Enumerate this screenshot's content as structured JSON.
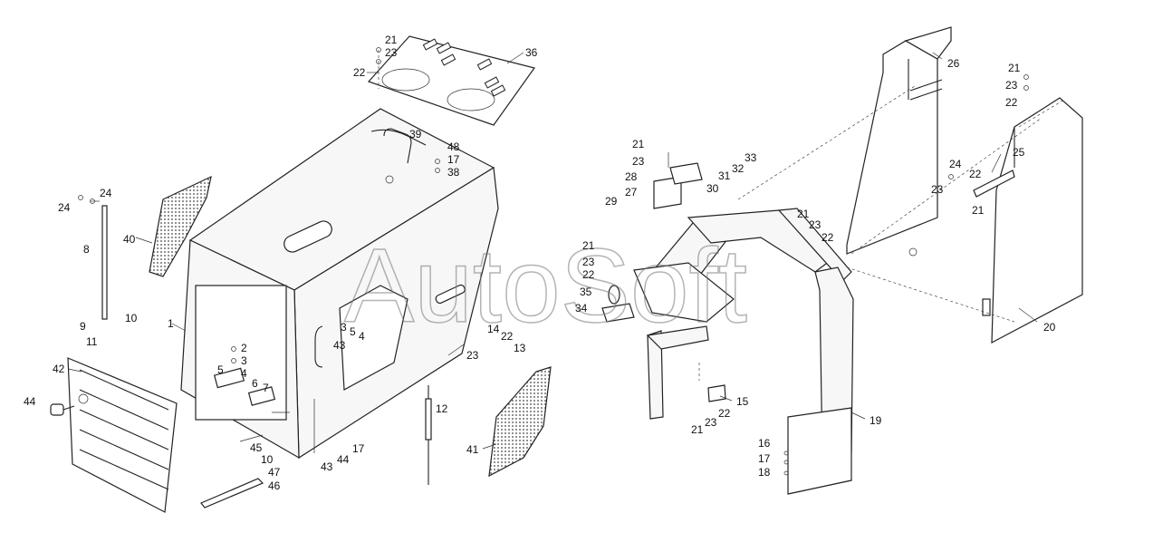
{
  "watermark": "AutoSoft",
  "callouts": [
    {
      "id": "c-21a",
      "text": "21"
    },
    {
      "id": "c-23a",
      "text": "23"
    },
    {
      "id": "c-22a",
      "text": "22"
    },
    {
      "id": "c-36",
      "text": "36"
    },
    {
      "id": "c-39",
      "text": "39"
    },
    {
      "id": "c-48",
      "text": "48"
    },
    {
      "id": "c-17a",
      "text": "17"
    },
    {
      "id": "c-38",
      "text": "38"
    },
    {
      "id": "c-24a",
      "text": "24"
    },
    {
      "id": "c-24b",
      "text": "24"
    },
    {
      "id": "c-40",
      "text": "40"
    },
    {
      "id": "c-8",
      "text": "8"
    },
    {
      "id": "c-9",
      "text": "9"
    },
    {
      "id": "c-10a",
      "text": "10"
    },
    {
      "id": "c-11",
      "text": "11"
    },
    {
      "id": "c-1",
      "text": "1"
    },
    {
      "id": "c-42",
      "text": "42"
    },
    {
      "id": "c-44a",
      "text": "44"
    },
    {
      "id": "c-2",
      "text": "2"
    },
    {
      "id": "c-3a",
      "text": "3"
    },
    {
      "id": "c-4a",
      "text": "4"
    },
    {
      "id": "c-5a",
      "text": "5"
    },
    {
      "id": "c-6",
      "text": "6"
    },
    {
      "id": "c-7",
      "text": "7"
    },
    {
      "id": "c-3b",
      "text": "3"
    },
    {
      "id": "c-5b",
      "text": "5"
    },
    {
      "id": "c-4b",
      "text": "4"
    },
    {
      "id": "c-43a",
      "text": "43"
    },
    {
      "id": "c-45",
      "text": "45"
    },
    {
      "id": "c-10b",
      "text": "10"
    },
    {
      "id": "c-47",
      "text": "47"
    },
    {
      "id": "c-46",
      "text": "46"
    },
    {
      "id": "c-43b",
      "text": "43"
    },
    {
      "id": "c-44b",
      "text": "44"
    },
    {
      "id": "c-17b",
      "text": "17"
    },
    {
      "id": "c-12",
      "text": "12"
    },
    {
      "id": "c-14",
      "text": "14"
    },
    {
      "id": "c-22b",
      "text": "22"
    },
    {
      "id": "c-13",
      "text": "13"
    },
    {
      "id": "c-23b",
      "text": "23"
    },
    {
      "id": "c-41",
      "text": "41"
    },
    {
      "id": "c-21b",
      "text": "21"
    },
    {
      "id": "c-23c",
      "text": "23"
    },
    {
      "id": "c-28",
      "text": "28"
    },
    {
      "id": "c-27",
      "text": "27"
    },
    {
      "id": "c-29",
      "text": "29"
    },
    {
      "id": "c-30",
      "text": "30"
    },
    {
      "id": "c-31",
      "text": "31"
    },
    {
      "id": "c-32",
      "text": "32"
    },
    {
      "id": "c-33",
      "text": "33"
    },
    {
      "id": "c-21c",
      "text": "21"
    },
    {
      "id": "c-23d",
      "text": "23"
    },
    {
      "id": "c-22c",
      "text": "22"
    },
    {
      "id": "c-35",
      "text": "35"
    },
    {
      "id": "c-34",
      "text": "34"
    },
    {
      "id": "c-21d",
      "text": "21"
    },
    {
      "id": "c-23e",
      "text": "23"
    },
    {
      "id": "c-22d",
      "text": "22"
    },
    {
      "id": "c-15",
      "text": "15"
    },
    {
      "id": "c-22e",
      "text": "22"
    },
    {
      "id": "c-23f",
      "text": "23"
    },
    {
      "id": "c-21e",
      "text": "21"
    },
    {
      "id": "c-19",
      "text": "19"
    },
    {
      "id": "c-16",
      "text": "16"
    },
    {
      "id": "c-17c",
      "text": "17"
    },
    {
      "id": "c-18",
      "text": "18"
    },
    {
      "id": "c-26",
      "text": "26"
    },
    {
      "id": "c-21f",
      "text": "21"
    },
    {
      "id": "c-23g",
      "text": "23"
    },
    {
      "id": "c-22f",
      "text": "22"
    },
    {
      "id": "c-25",
      "text": "25"
    },
    {
      "id": "c-24c",
      "text": "24"
    },
    {
      "id": "c-22g",
      "text": "22"
    },
    {
      "id": "c-23h",
      "text": "23"
    },
    {
      "id": "c-21g",
      "text": "21"
    },
    {
      "id": "c-20",
      "text": "20"
    }
  ]
}
